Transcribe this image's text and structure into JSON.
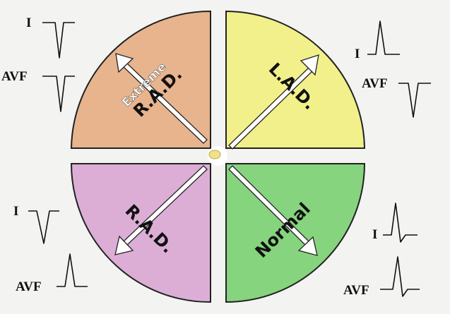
{
  "quadrants": {
    "extreme_rad": {
      "label_small": "Extreme",
      "label": "R.A.D.",
      "color": "#e8b48e"
    },
    "lad": {
      "label": "L.A.D.",
      "color": "#f2f08a"
    },
    "rad": {
      "label": "R.A.D.",
      "color": "#dcaed6"
    },
    "normal": {
      "label": "Normal",
      "color": "#86d47e"
    }
  },
  "lead_labels": {
    "extreme_rad_I": "I",
    "extreme_rad_AVF": "AVF",
    "lad_I": "I",
    "lad_AVF": "AVF",
    "rad_I": "I",
    "rad_AVF": "AVF",
    "normal_I": "I",
    "normal_AVF": "AVF"
  },
  "complexes": {
    "extreme_rad": {
      "I": "negative",
      "AVF": "negative"
    },
    "lad": {
      "I": "positive",
      "AVF": "negative"
    },
    "rad": {
      "I": "negative",
      "AVF": "positive"
    },
    "normal": {
      "I": "positive",
      "AVF": "positive"
    }
  },
  "colors": {
    "arrow": "#ffffff",
    "outline": "#222222",
    "heart": "#efe28a"
  }
}
